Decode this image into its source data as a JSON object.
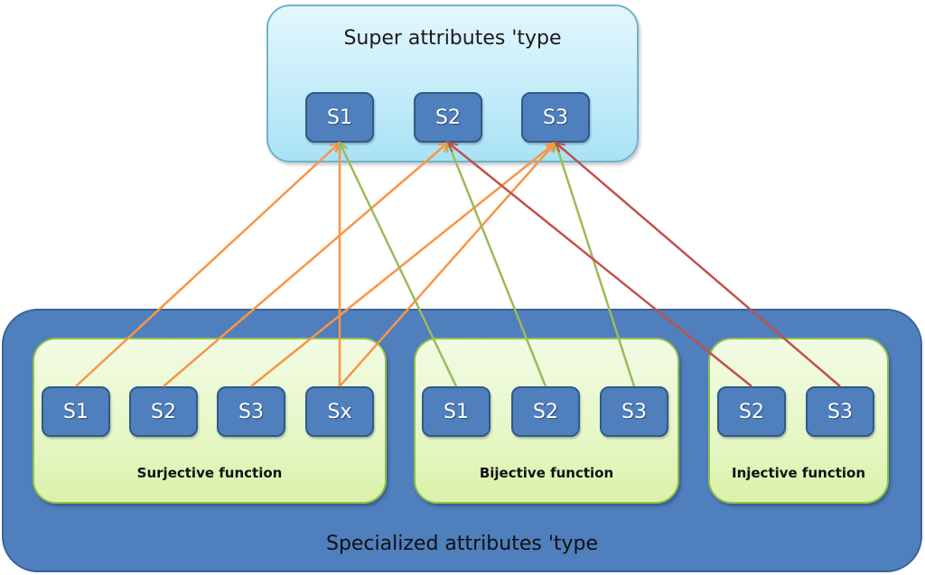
{
  "super": {
    "title": "Super attributes 'type",
    "nodes": [
      {
        "id": "S1",
        "label": "S1"
      },
      {
        "id": "S2",
        "label": "S2"
      },
      {
        "id": "S3",
        "label": "S3"
      }
    ]
  },
  "specialized": {
    "title": "Specialized attributes 'type",
    "groups": [
      {
        "id": "surjective",
        "label": "Surjective function",
        "nodes": [
          "S1",
          "S2",
          "S3",
          "Sx"
        ]
      },
      {
        "id": "bijective",
        "label": "Bijective function",
        "nodes": [
          "S1",
          "S2",
          "S3"
        ]
      },
      {
        "id": "injective",
        "label": "Injective function",
        "nodes": [
          "S2",
          "S3"
        ]
      }
    ]
  },
  "colors": {
    "surjective": "#f79646",
    "bijective": "#9bbb59",
    "injective": "#c0504d"
  },
  "edges": [
    {
      "from_group": "surjective",
      "from": "S1",
      "to": "S1"
    },
    {
      "from_group": "surjective",
      "from": "S2",
      "to": "S2"
    },
    {
      "from_group": "surjective",
      "from": "S3",
      "to": "S3"
    },
    {
      "from_group": "surjective",
      "from": "Sx",
      "to": "S1"
    },
    {
      "from_group": "surjective",
      "from": "Sx",
      "to": "S3"
    },
    {
      "from_group": "bijective",
      "from": "S1",
      "to": "S1"
    },
    {
      "from_group": "bijective",
      "from": "S2",
      "to": "S2"
    },
    {
      "from_group": "bijective",
      "from": "S3",
      "to": "S3"
    },
    {
      "from_group": "injective",
      "from": "S2",
      "to": "S2"
    },
    {
      "from_group": "injective",
      "from": "S3",
      "to": "S3"
    }
  ]
}
